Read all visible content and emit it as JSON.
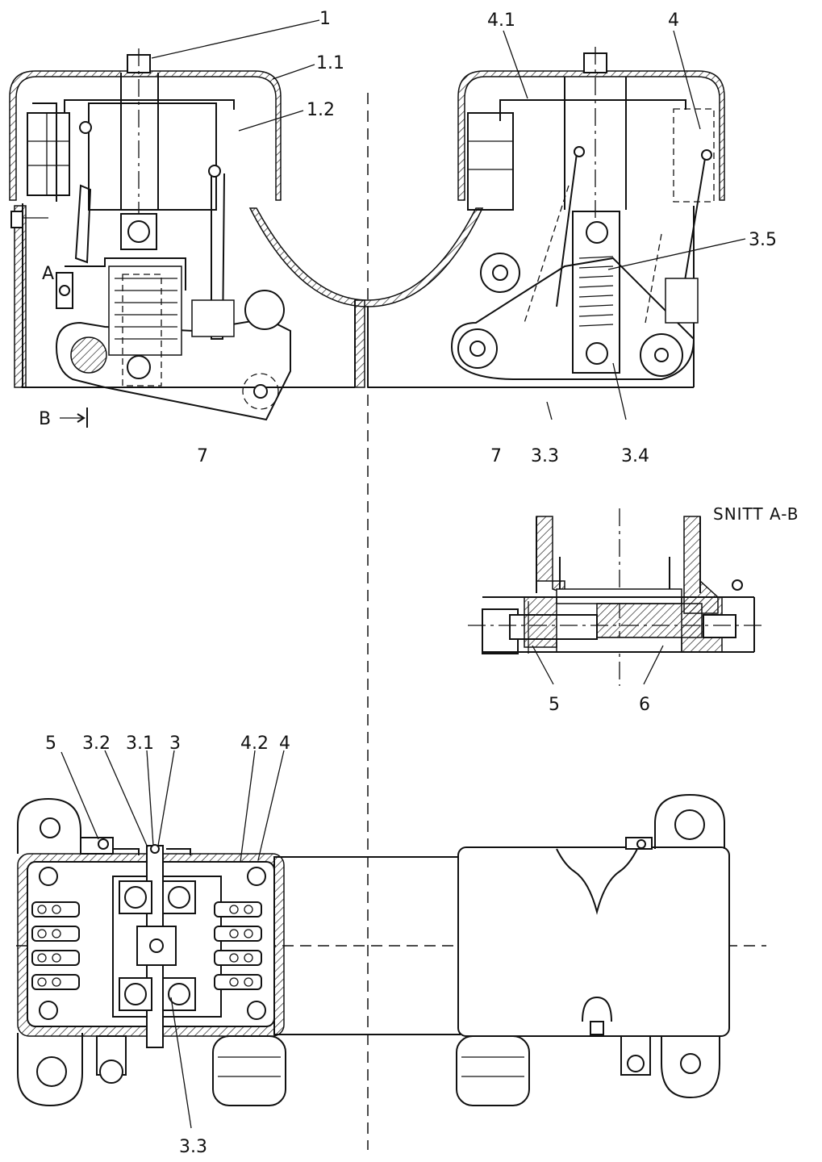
{
  "labels": {
    "part_1": "1",
    "part_1_1": "1.1",
    "part_1_2": "1.2",
    "part_4_1": "4.1",
    "part_4": "4",
    "part_3_5": "3.5",
    "marker_a": "A",
    "marker_b": "B",
    "part_7_left": "7",
    "part_7_right": "7",
    "part_3_3_top": "3.3",
    "part_3_4": "3.4",
    "section_title": "SNITT A-B",
    "part_5_section": "5",
    "part_6": "6",
    "part_5_bottom": "5",
    "part_3_2": "3.2",
    "part_3_1": "3.1",
    "part_3": "3",
    "part_4_2": "4.2",
    "part_4_bottom": "4",
    "part_3_3_bottom": "3.3"
  }
}
